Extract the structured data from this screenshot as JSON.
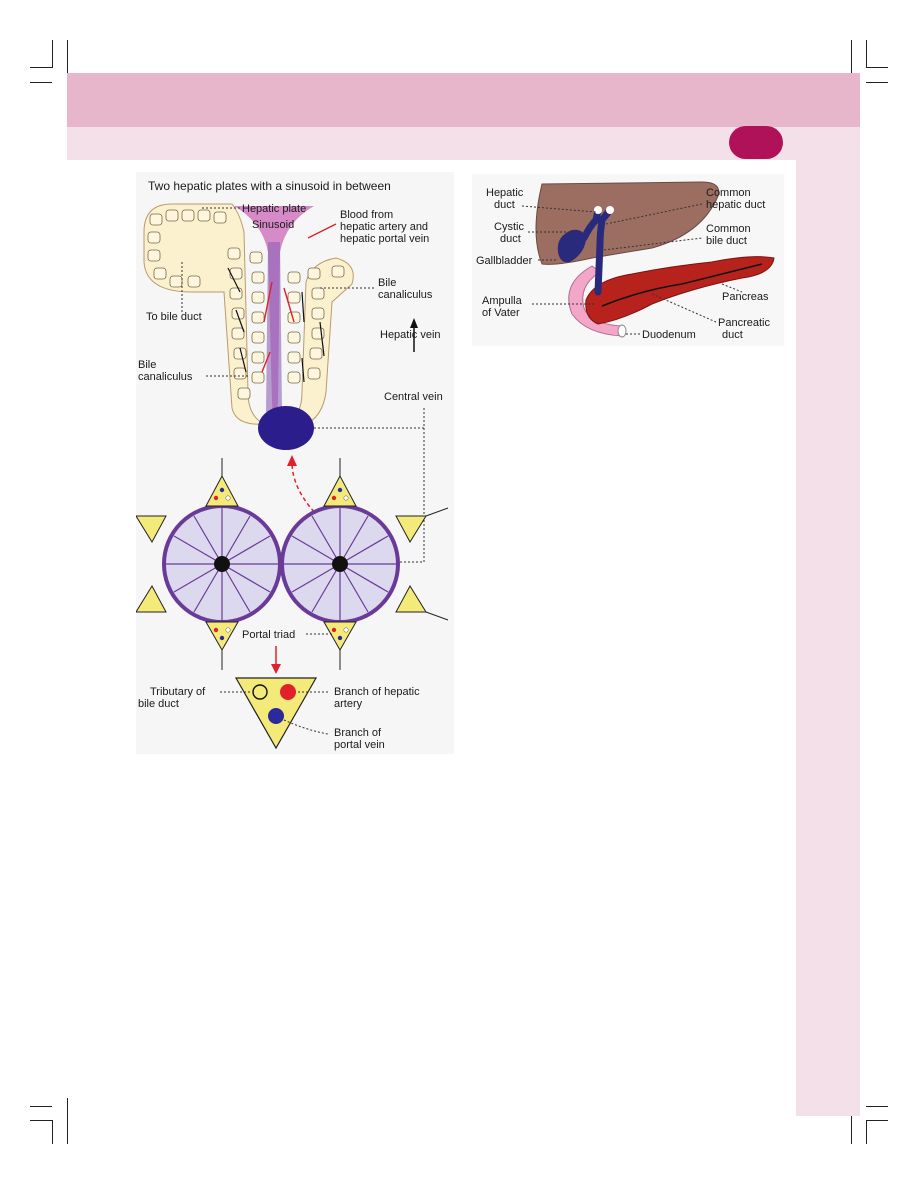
{
  "figure_left": {
    "title": "Two hepatic plates with a sinusoid in between",
    "labels": {
      "hepatic_plate": "Hepatic plate",
      "sinusoid": "Sinusoid",
      "blood_from_1": "Blood from",
      "blood_from_2": "hepatic artery and",
      "blood_from_3": "hepatic portal vein",
      "bile_canaliculus_right_1": "Bile",
      "bile_canaliculus_right_2": "canaliculus",
      "to_bile_duct": "To bile duct",
      "hepatic_vein": "Hepatic vein",
      "bile_canaliculus_left_1": "Bile",
      "bile_canaliculus_left_2": "canaliculus",
      "central_vein": "Central vein",
      "portal_triad": "Portal triad",
      "tributary_1": "Tributary of",
      "tributary_2": "bile duct",
      "branch_hepatic_artery_1": "Branch of hepatic",
      "branch_hepatic_artery_2": "artery",
      "branch_portal_vein_1": "Branch of",
      "branch_portal_vein_2": "portal vein"
    }
  },
  "figure_right": {
    "labels": {
      "hepatic_duct_1": "Hepatic",
      "hepatic_duct_2": "duct",
      "common_hepatic_duct_1": "Common",
      "common_hepatic_duct_2": "hepatic duct",
      "cystic_duct_1": "Cystic",
      "cystic_duct_2": "duct",
      "common_bile_duct_1": "Common",
      "common_bile_duct_2": "bile duct",
      "gallbladder": "Gallbladder",
      "pancreas": "Pancreas",
      "ampulla_1": "Ampulla",
      "ampulla_2": "of Vater",
      "pancreatic_duct_1": "Pancreatic",
      "pancreatic_duct_2": "duct",
      "duodenum": "Duodenum"
    }
  },
  "colors": {
    "band_top": "#e8b6ca",
    "band_sub": "#f4e0e9",
    "badge": "#b0125a",
    "plate_fill": "#fbf1cf",
    "sinusoid": "#d68bc8",
    "central_vein": "#2c1d8c",
    "lobule": "#6a3a98",
    "bile_duct_blue": "#2a2a7c",
    "liver": "#9c6e62",
    "pancreas": "#b8221c",
    "duodenum": "#f2a6c8",
    "artery_red": "#e0202a"
  }
}
